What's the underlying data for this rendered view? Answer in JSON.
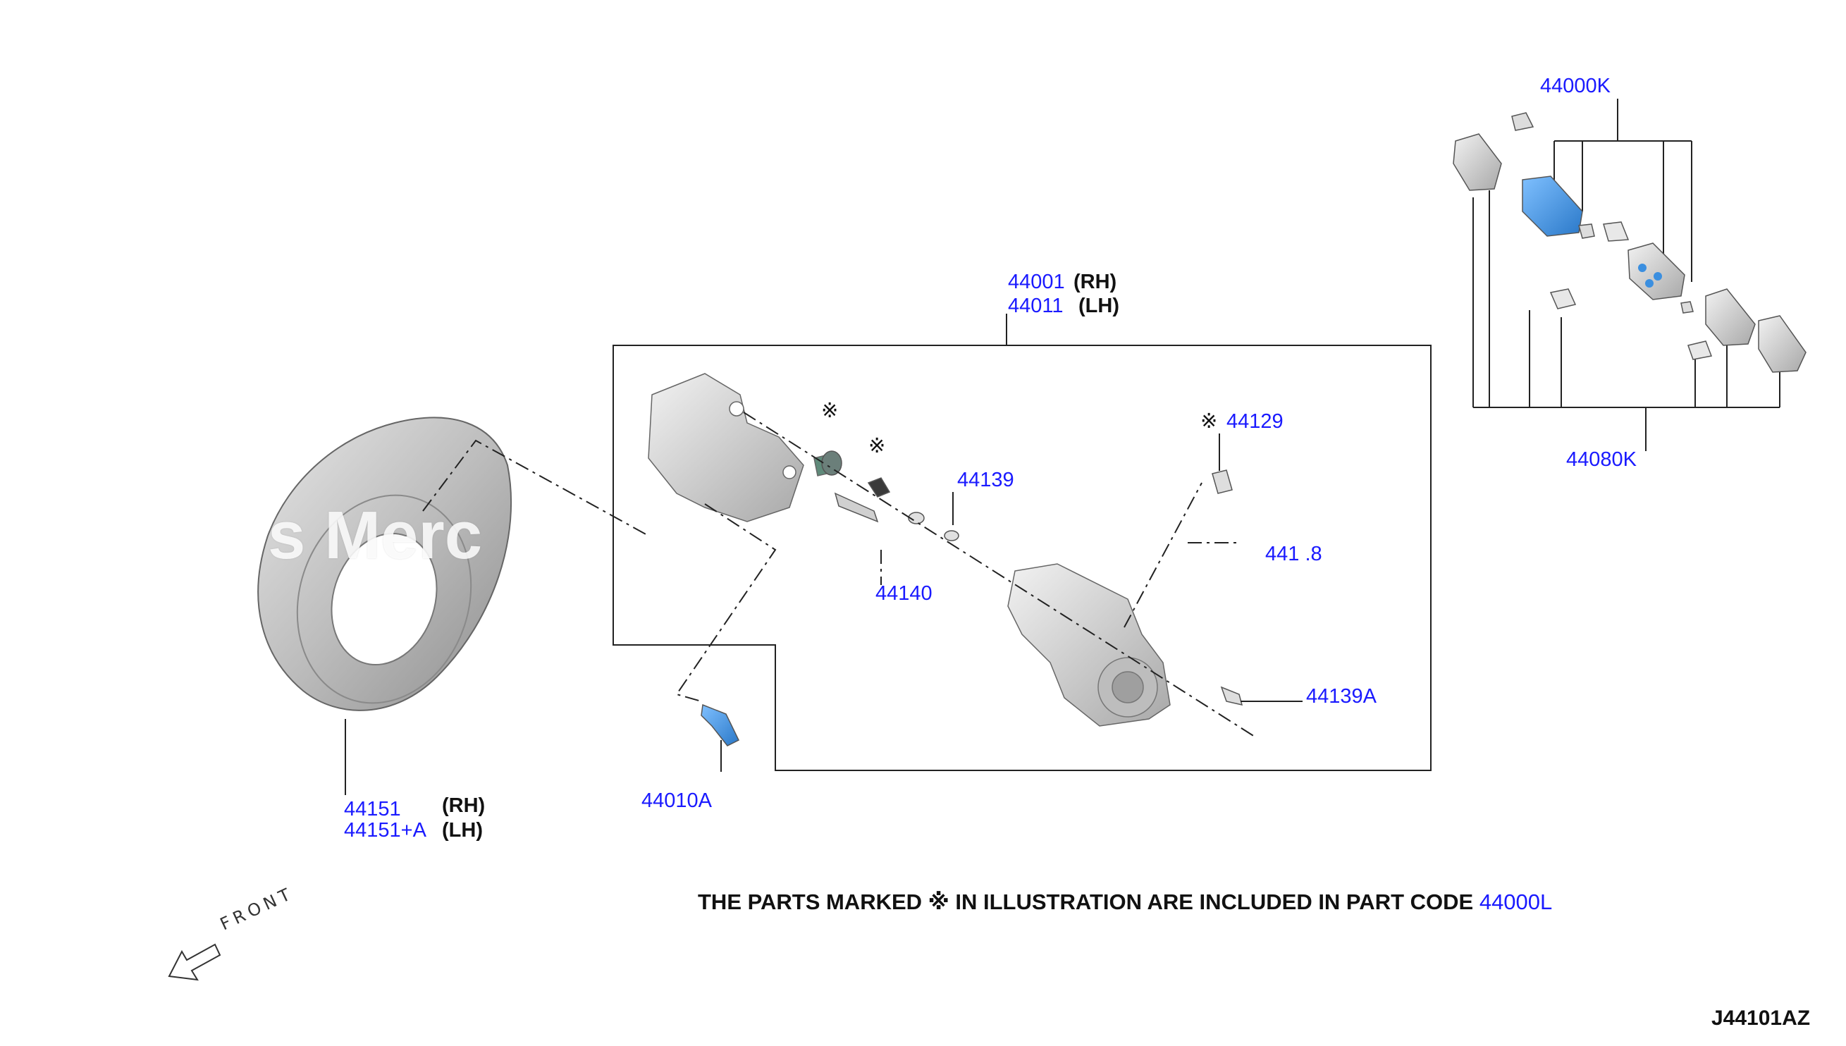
{
  "diagram": {
    "reference_id": "J44101AZ",
    "watermark": "s Merc",
    "front_label": "FRONT",
    "note": {
      "text": "THE PARTS MARKED ※ IN ILLUSTRATION ARE INCLUDED IN PART CODE",
      "code": "44000L"
    },
    "labels": {
      "caliper_rh": "44001",
      "caliper_rh_side": "(RH)",
      "caliper_lh": "44011",
      "caliper_lh_side": "(LH)",
      "pad_kit_top": "44000K",
      "pad_kit_bottom": "44080K",
      "bleeder": "44129",
      "bleeder_mark": "※",
      "pin_boot": "44139",
      "pin": "44140",
      "cap": "441 .8",
      "pin_bolt": "44139A",
      "mount_bolt": "44010A",
      "dust_shield_rh": "44151",
      "dust_shield_rh_side": "(RH)",
      "dust_shield_lh": "44151+A",
      "dust_shield_lh_side": "(LH)",
      "mark_1": "※",
      "mark_2": "※"
    }
  },
  "colors": {
    "part_code": "#1a1aff",
    "line": "#222222",
    "part_fill": "#d9d9d9",
    "part_shade": "#9a9a9a",
    "highlight": "#3b8fe0"
  }
}
